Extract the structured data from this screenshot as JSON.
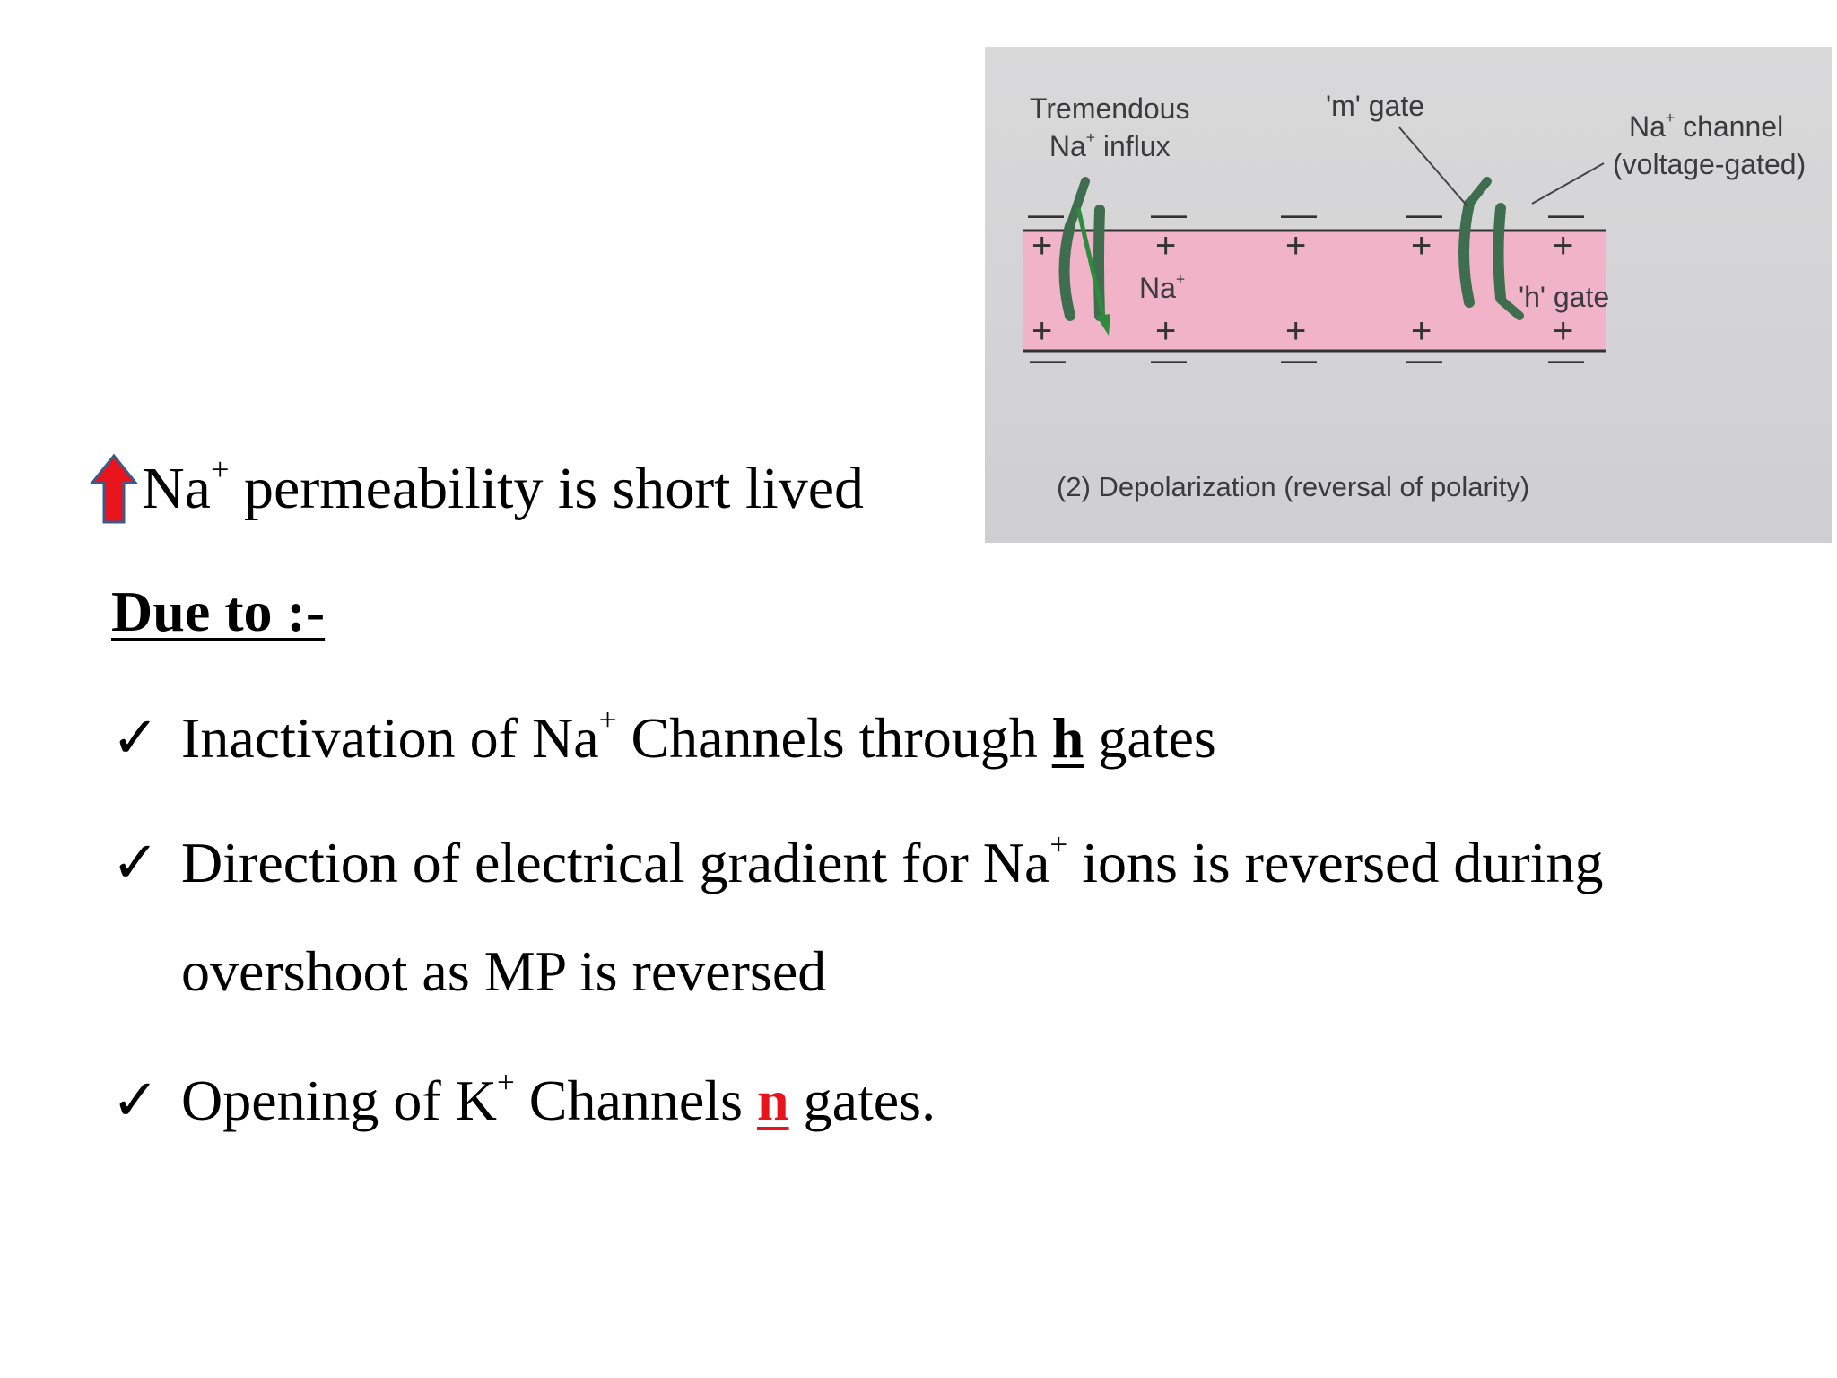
{
  "diagram": {
    "label_influx_line1": "Tremendous",
    "label_influx_line2_pre": "Na",
    "label_influx_line2_post": " influx",
    "label_m_gate": "'m' gate",
    "label_channel_line1_pre": "Na",
    "label_channel_line1_post": " channel",
    "label_channel_line2": "(voltage-gated)",
    "label_na_pre": "Na",
    "label_h_gate": "'h' gate",
    "caption": "(2) Depolarization (reversal of polarity)",
    "sup_plus": "+",
    "membrane_color": "#f0b3c8",
    "channel_color": "#3f6e4e"
  },
  "headline": {
    "arrow_color": "#e8141b",
    "pre": "Na",
    "sup": "+",
    "post": " permeability is short lived"
  },
  "due_to": "Due to :-",
  "bullets": {
    "check": "✓",
    "b1_pre": "Inactivation of Na",
    "b1_sup": "+",
    "b1_mid": " Channels through ",
    "b1_gate": "h",
    "b1_post": " gates",
    "b2_pre": "Direction of electrical gradient for Na",
    "b2_sup": "+",
    "b2_post": " ions is reversed during",
    "b2_line2": "overshoot as MP is reversed",
    "b3_pre": "Opening of K",
    "b3_sup": "+",
    "b3_mid": " Channels ",
    "b3_gate": "n",
    "b3_post": " gates.",
    "gate_n_color": "#e8141b"
  }
}
